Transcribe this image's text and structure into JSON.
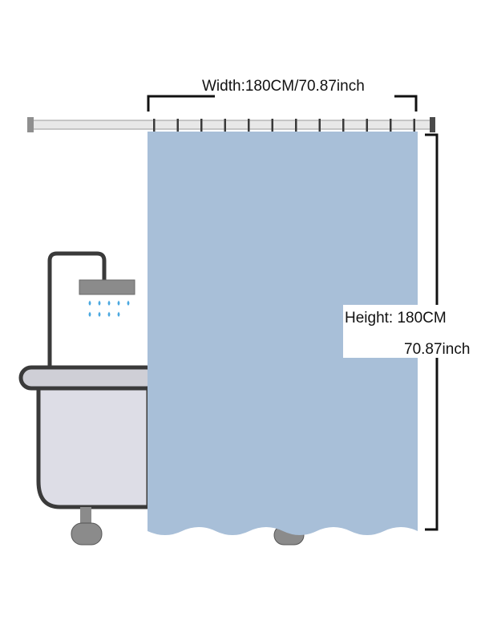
{
  "dimensions": {
    "width_label": "Width:180CM/70.87inch",
    "height_label": "Height: 180CM",
    "height_label_inch": "70.87inch"
  },
  "colors": {
    "curtain": "#a8bfd8",
    "tub": "#dddde6",
    "tub_outline": "#3a3a3a",
    "rim": "#cfcfd6",
    "showerhead": "#8b8b8b",
    "water": "#4aa8e0",
    "rod": "#e8e8e8"
  },
  "icons": {
    "bathtub": "bathtub-icon",
    "showerhead": "showerhead-icon",
    "curtain": "curtain-icon"
  }
}
